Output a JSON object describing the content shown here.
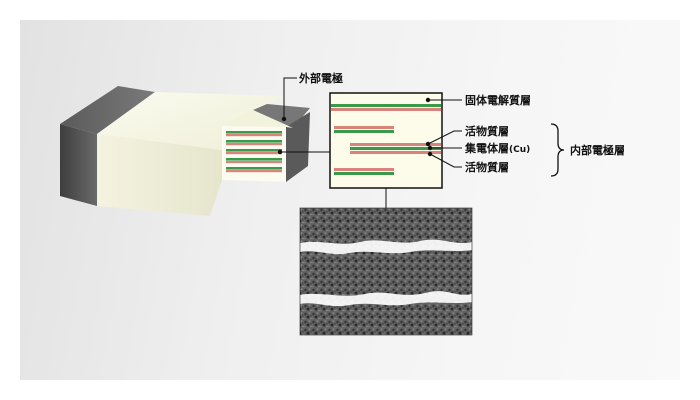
{
  "labels": {
    "external_electrode": "外部電極",
    "solid_electrolyte_layer": "固体電解質層",
    "active_material_layer_top": "活物質層",
    "current_collector_layer": "集電体層",
    "current_collector_material": "(Cu)",
    "active_material_layer_bottom": "活物質層",
    "internal_electrode_layer": "内部電極層"
  },
  "colors": {
    "background": "#f0f0f0",
    "electrode_dark": "#555555",
    "body_cream": "#f9f8e8",
    "green_layer": "#3a9a4a",
    "pink_layer": "#d8847c",
    "leader_line": "#111111"
  }
}
